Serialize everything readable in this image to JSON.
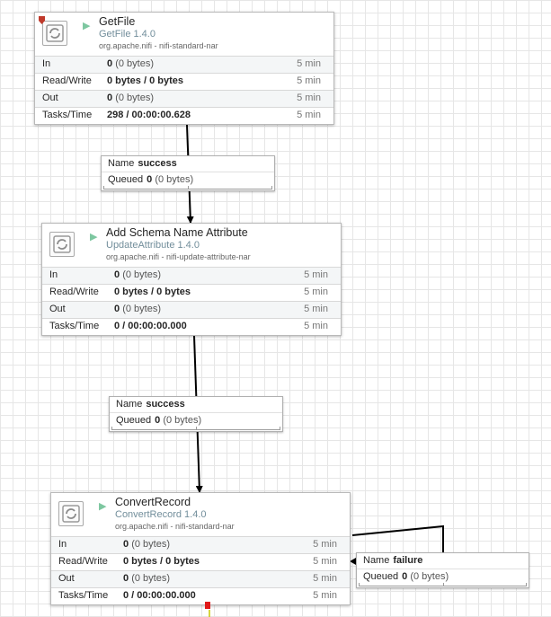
{
  "processors": [
    {
      "name": "GetFile",
      "type": "GetFile 1.4.0",
      "bundle": "org.apache.nifi - nifi-standard-nar",
      "stats": {
        "in_label": "In",
        "in_value": "0",
        "in_sub": "(0 bytes)",
        "in_time": "5 min",
        "rw_label": "Read/Write",
        "rw_value": "0 bytes / 0 bytes",
        "rw_time": "5 min",
        "out_label": "Out",
        "out_value": "0",
        "out_sub": "(0 bytes)",
        "out_time": "5 min",
        "tasks_label": "Tasks/Time",
        "tasks_value": "298 / 00:00:00.628",
        "tasks_time": "5 min"
      }
    },
    {
      "name": "Add Schema Name Attribute",
      "type": "UpdateAttribute 1.4.0",
      "bundle": "org.apache.nifi - nifi-update-attribute-nar",
      "stats": {
        "in_label": "In",
        "in_value": "0",
        "in_sub": "(0 bytes)",
        "in_time": "5 min",
        "rw_label": "Read/Write",
        "rw_value": "0 bytes / 0 bytes",
        "rw_time": "5 min",
        "out_label": "Out",
        "out_value": "0",
        "out_sub": "(0 bytes)",
        "out_time": "5 min",
        "tasks_label": "Tasks/Time",
        "tasks_value": "0 / 00:00:00.000",
        "tasks_time": "5 min"
      }
    },
    {
      "name": "ConvertRecord",
      "type": "ConvertRecord 1.4.0",
      "bundle": "org.apache.nifi - nifi-standard-nar",
      "stats": {
        "in_label": "In",
        "in_value": "0",
        "in_sub": "(0 bytes)",
        "in_time": "5 min",
        "rw_label": "Read/Write",
        "rw_value": "0 bytes / 0 bytes",
        "rw_time": "5 min",
        "out_label": "Out",
        "out_value": "0",
        "out_sub": "(0 bytes)",
        "out_time": "5 min",
        "tasks_label": "Tasks/Time",
        "tasks_value": "0 / 00:00:00.000",
        "tasks_time": "5 min"
      }
    }
  ],
  "connections": [
    {
      "name_label": "Name",
      "relationship": "success",
      "queued_label": "Queued",
      "queued_value": "0",
      "queued_sub": "(0 bytes)"
    },
    {
      "name_label": "Name",
      "relationship": "success",
      "queued_label": "Queued",
      "queued_value": "0",
      "queued_sub": "(0 bytes)"
    },
    {
      "name_label": "Name",
      "relationship": "failure",
      "queued_label": "Queued",
      "queued_value": "0",
      "queued_sub": "(0 bytes)"
    }
  ],
  "icons": {
    "processor": "processor-icon",
    "run_status": "play-icon",
    "bulletin": "bulletin-icon"
  },
  "colors": {
    "canvas_grid": "#e6e6e6",
    "run_status_play": "#7dc7a0",
    "type_text": "#728e9b",
    "bulletin": "#c0392b",
    "output_port": "#e01818"
  }
}
